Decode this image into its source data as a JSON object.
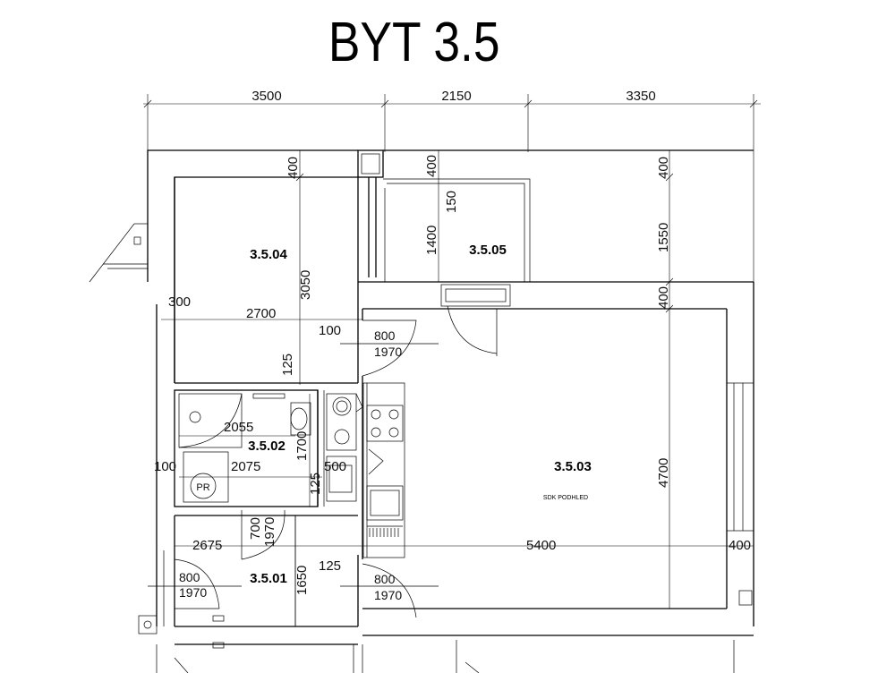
{
  "title": "BYT 3.5",
  "top_dims": [
    "3500",
    "2150",
    "3350"
  ],
  "rooms": {
    "r04": "3.5.04",
    "r05": "3.5.05",
    "r03": "3.5.03",
    "r02": "3.5.02",
    "r01": "3.5.01",
    "pr": "PR",
    "sdk": "SDK PODHLED"
  },
  "dims": {
    "d400a": "400",
    "d400b": "400",
    "d150": "150",
    "d1400": "1400",
    "d400c": "400",
    "d1550": "1550",
    "d400d": "400",
    "d3050": "3050",
    "d300": "300",
    "d2700": "2700",
    "d100a": "100",
    "d125a": "125",
    "d2055": "2055",
    "d100b": "100",
    "d2075": "2075",
    "d1700": "1700",
    "d500": "500",
    "d125b": "125",
    "d4700": "4700",
    "d700": "700",
    "d1970v": "1970",
    "d2675": "2675",
    "d5400": "5400",
    "d400e": "400",
    "d125c": "125",
    "d1650": "1650"
  },
  "doors": [
    {
      "w": "800",
      "h": "1970"
    },
    {
      "w": "800",
      "h": "1970"
    },
    {
      "w": "800",
      "h": "1970"
    }
  ]
}
